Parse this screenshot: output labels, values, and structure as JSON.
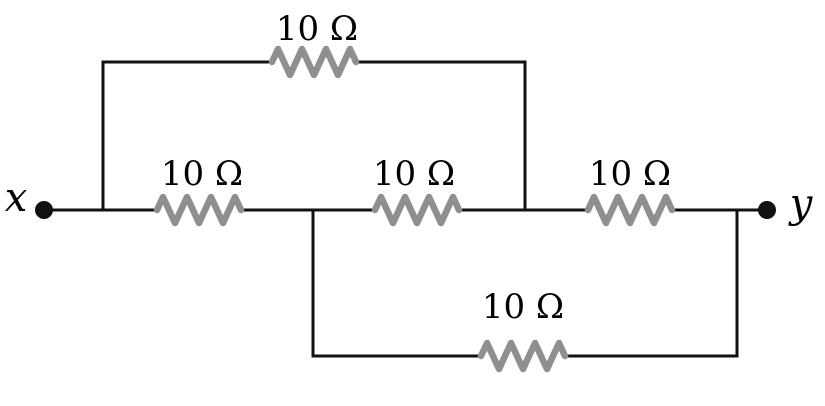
{
  "figure": {
    "type": "circuit-diagram",
    "description": "Resistor network of five equal resistors connected between terminal x and terminal y"
  },
  "terminals": {
    "left_label": "x",
    "right_label": "y"
  },
  "resistors": {
    "top": {
      "label": "10 Ω"
    },
    "left": {
      "label": "10 Ω"
    },
    "middle": {
      "label": "10 Ω"
    },
    "right": {
      "label": "10 Ω"
    },
    "bottom": {
      "label": "10 Ω"
    }
  },
  "colors": {
    "wire": "#111111",
    "resistor_body": "#8f8f8f",
    "text": "#000000",
    "background": "#ffffff"
  }
}
